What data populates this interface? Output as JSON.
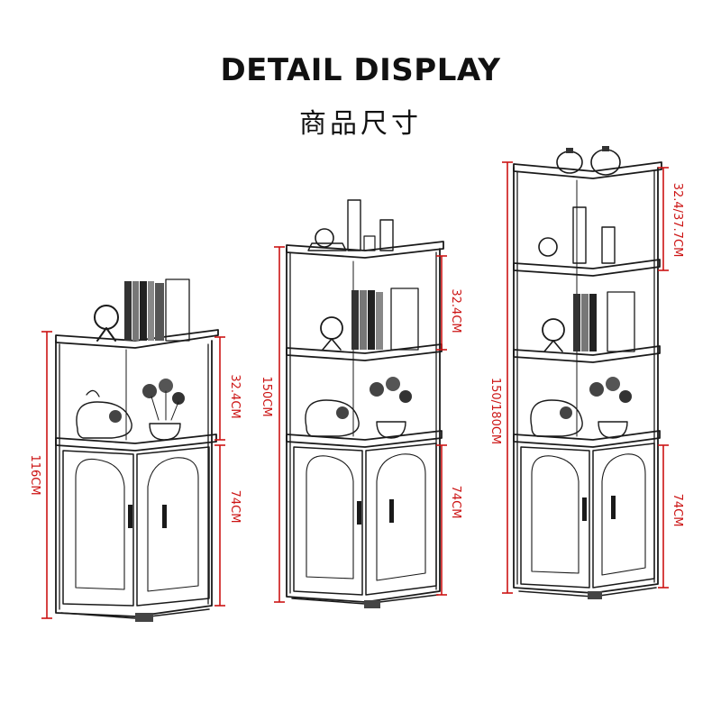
{
  "header": {
    "title": "DETAIL DISPLAY",
    "subtitle": "商品尺寸"
  },
  "cabinets": [
    {
      "total_height": "116CM",
      "upper_shelf": "32.4CM",
      "bottom_cabinet": "74CM"
    },
    {
      "total_height": "150CM",
      "upper_shelf": "32.4CM",
      "bottom_cabinet": "74CM"
    },
    {
      "total_height": "150/180CM",
      "upper_shelf": "32.4/37.7CM",
      "bottom_cabinet": "74CM"
    }
  ],
  "colors": {
    "dimension": "#cc1414",
    "ink": "#1a1a1a"
  }
}
